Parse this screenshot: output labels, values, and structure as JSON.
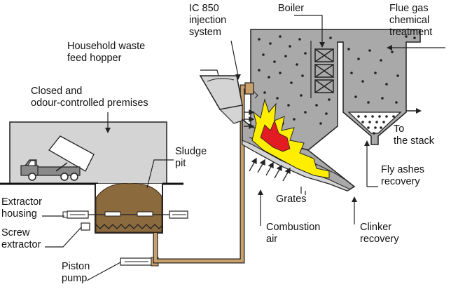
{
  "labels": {
    "ic850": [
      "IC 850",
      "injection",
      "system"
    ],
    "boiler": [
      "Boiler"
    ],
    "flue_gas": [
      "Flue gas",
      "chemical",
      "treatment"
    ],
    "hopper": [
      "Household waste",
      "feed hopper"
    ],
    "premises": [
      "Closed and",
      "odour-controlled premises"
    ],
    "sludge_pit": [
      "Sludge",
      "pit"
    ],
    "to_stack": [
      "To",
      "the stack"
    ],
    "fly_ashes": [
      "Fly ashes",
      "recovery"
    ],
    "extractor_housing": [
      "Extractor",
      "housing"
    ],
    "screw_extractor": [
      "Screw",
      "extractor"
    ],
    "grates": [
      "Grates"
    ],
    "combustion_air": [
      "Combustion",
      "air"
    ],
    "clinker": [
      "Clinker",
      "recovery"
    ],
    "piston_pump": [
      "Piston",
      "pump"
    ]
  },
  "colors": {
    "building": "#d4d4d4",
    "boiler": "#a9a9a9",
    "sludge": "#8b6a3e",
    "pipe": "#c8a06a",
    "flame_yellow": "#ffee00",
    "flame_red": "#e31b23",
    "leader": "#222222"
  }
}
